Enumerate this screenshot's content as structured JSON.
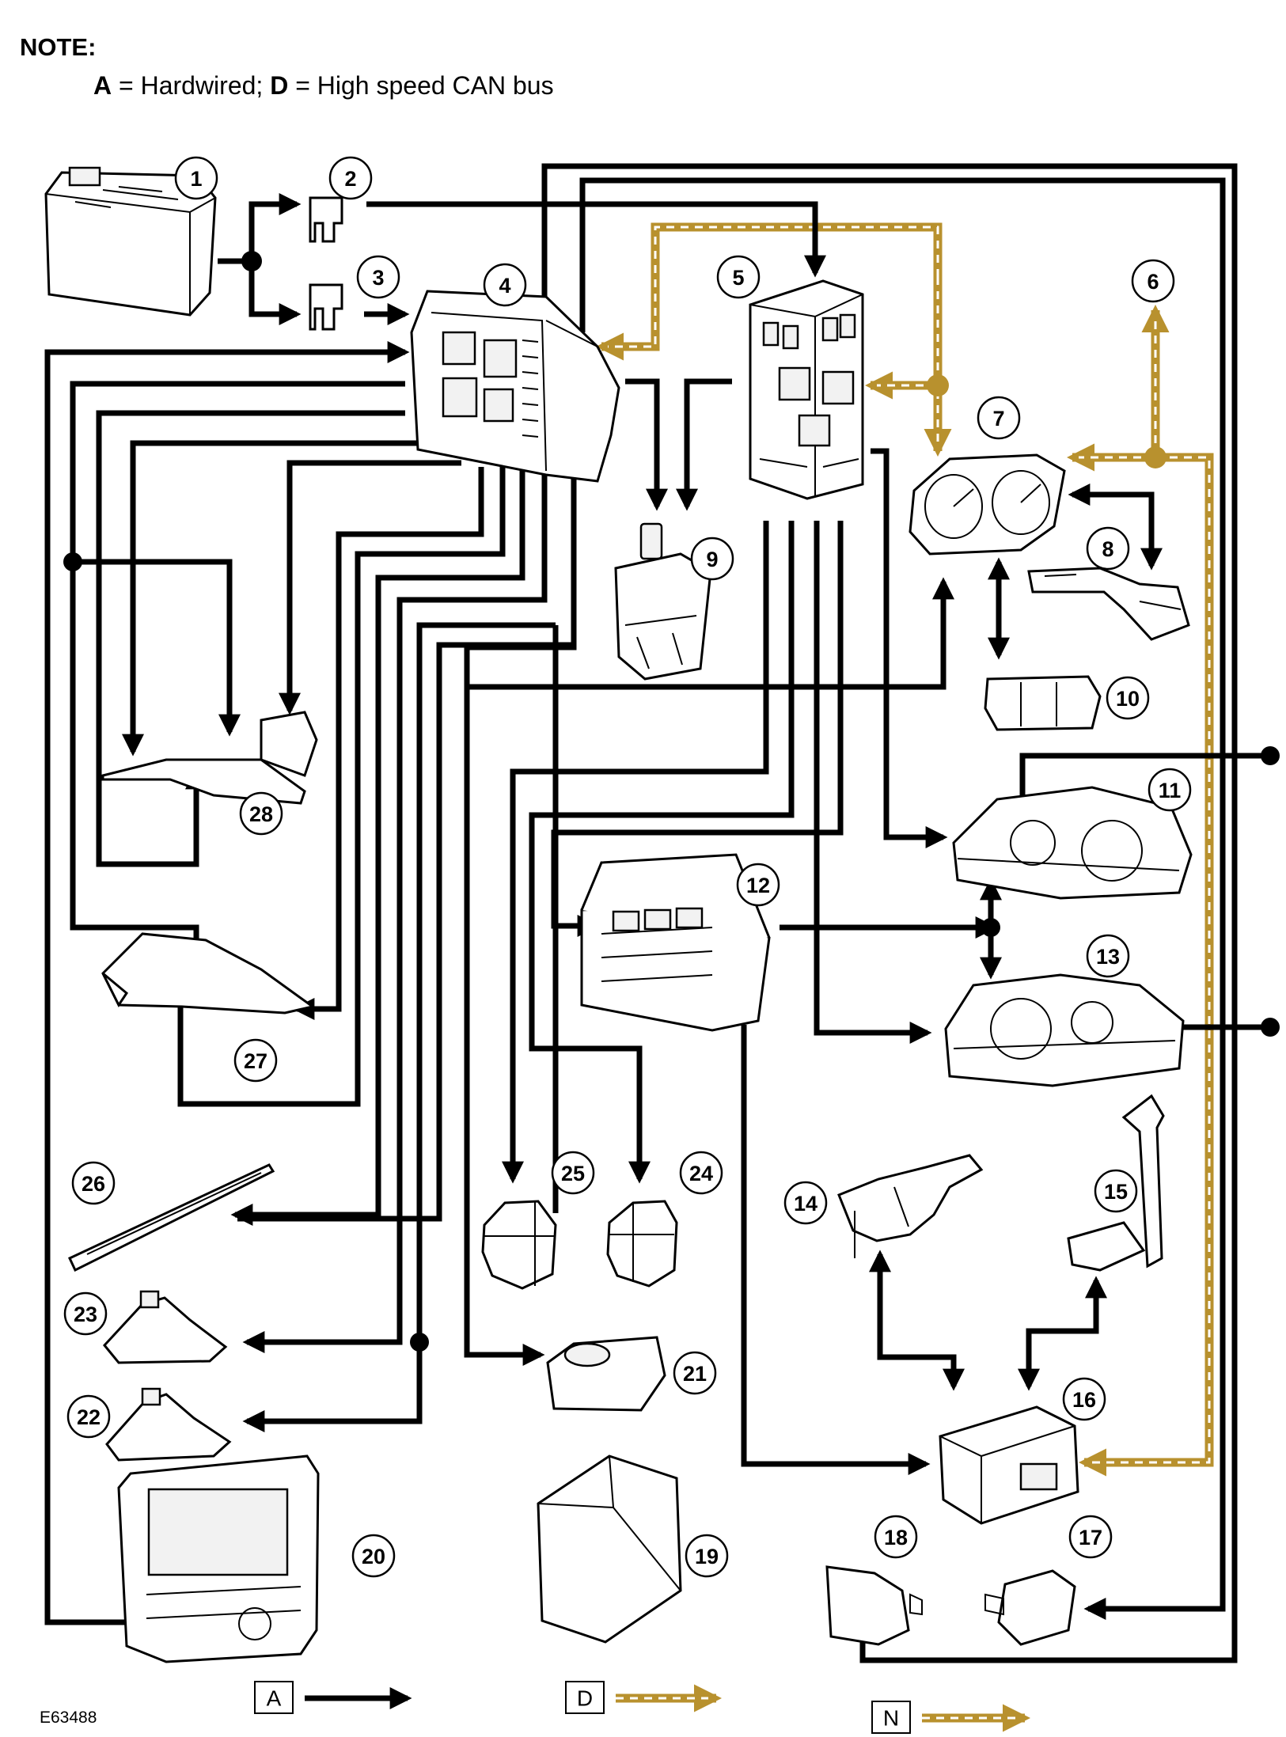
{
  "note": {
    "title": "NOTE:",
    "key_a": "A",
    "text_a": " = Hardwired; ",
    "key_d": "D",
    "text_d": " = High speed CAN bus"
  },
  "components": [
    "1",
    "2",
    "3",
    "4",
    "5",
    "6",
    "7",
    "8",
    "9",
    "10",
    "11",
    "12",
    "13",
    "14",
    "15",
    "16",
    "17",
    "18",
    "19",
    "20",
    "21",
    "22",
    "23",
    "24",
    "25",
    "26",
    "27",
    "28"
  ],
  "legend": {
    "hardwired": "A",
    "can_high": "D",
    "can_medium": "N"
  },
  "figure_id": "E63488",
  "colors": {
    "wire": "#000000",
    "can_bus": "#b8912e"
  }
}
